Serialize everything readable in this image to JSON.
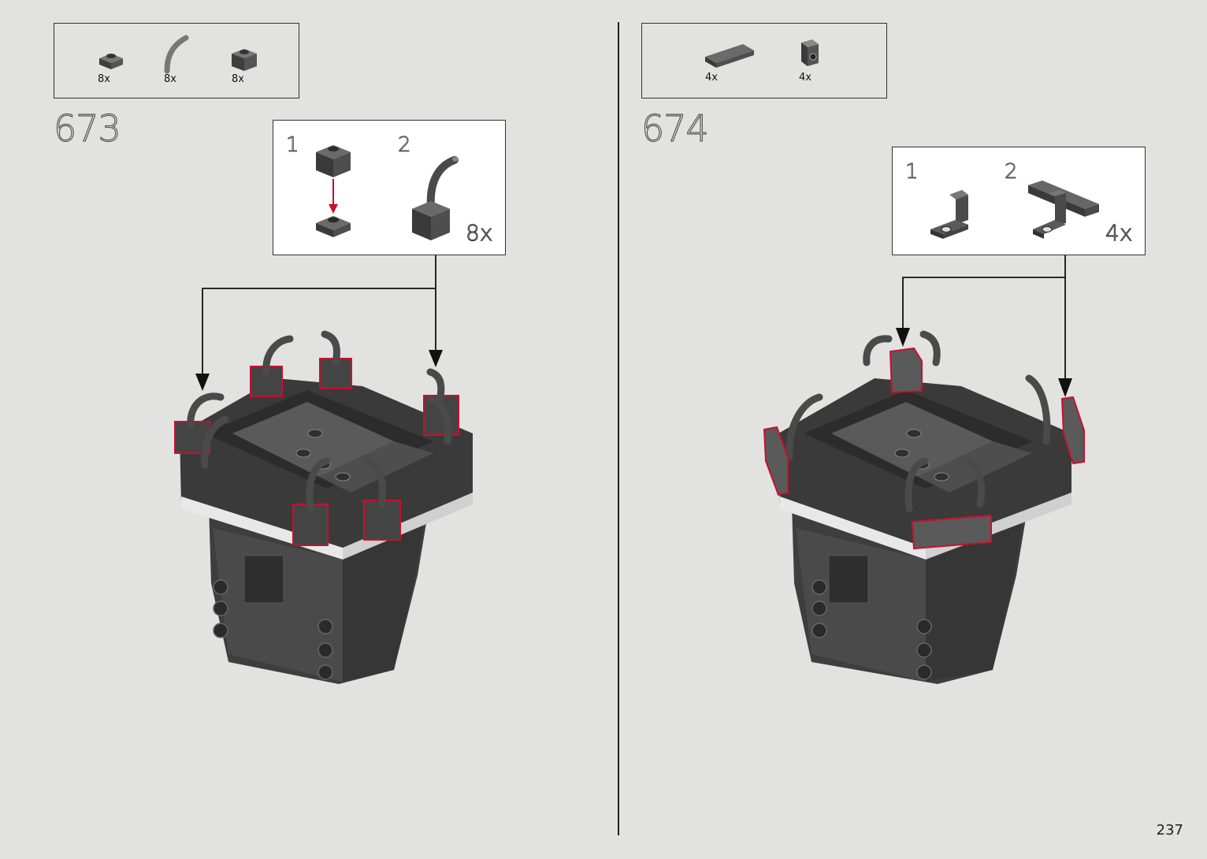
{
  "page_number": "237",
  "left_step": {
    "number": "673",
    "parts": [
      {
        "name": "plate-1x1-round-top",
        "qty": "8x"
      },
      {
        "name": "hose-curved",
        "qty": "8x"
      },
      {
        "name": "brick-1x1",
        "qty": "8x"
      }
    ],
    "callout": {
      "sub1": "1",
      "sub2": "2",
      "multiplier": "8x"
    }
  },
  "right_step": {
    "number": "674",
    "parts": [
      {
        "name": "tile-1x4",
        "qty": "4x"
      },
      {
        "name": "bracket-1x1",
        "qty": "4x"
      }
    ],
    "callout": {
      "sub1": "1",
      "sub2": "2",
      "multiplier": "4x"
    }
  },
  "colors": {
    "background": "#e2e2e1",
    "part_dark": "#4a4a4a",
    "highlight": "#c8102e",
    "arrow": "#111111"
  }
}
